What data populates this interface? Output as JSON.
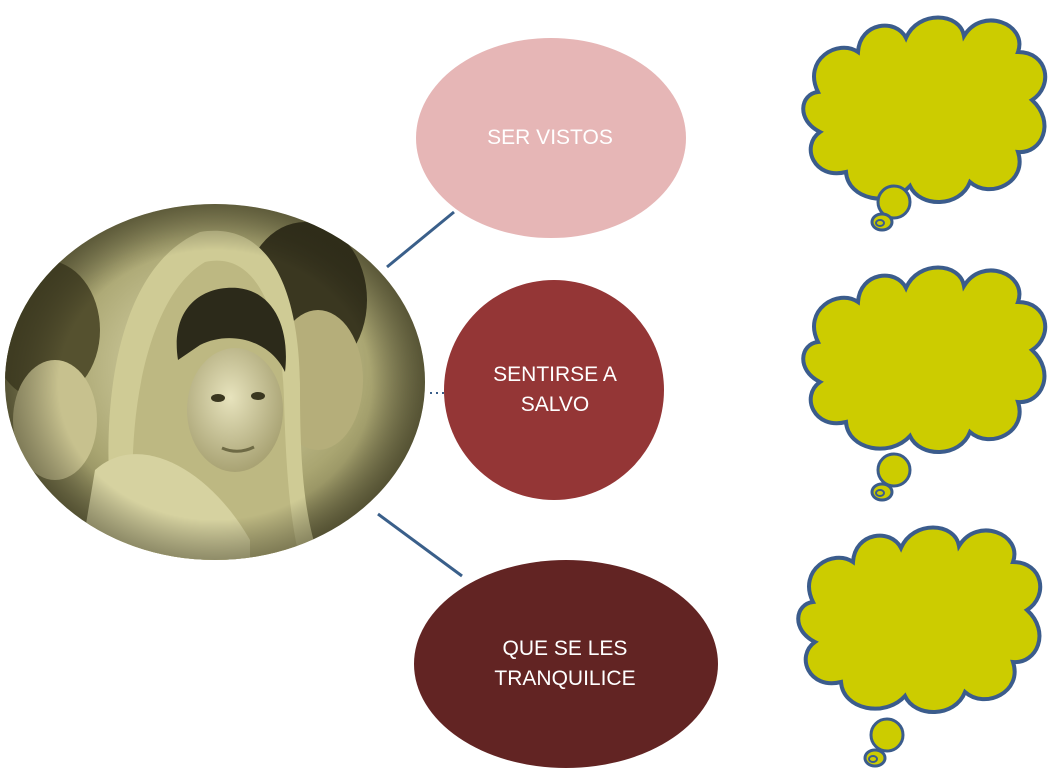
{
  "diagram": {
    "center": {
      "image": "teenager-in-hood-photo",
      "tint": "#d8d39a"
    },
    "needs": [
      {
        "label": "SER VISTOS",
        "color": "#e6b6b6"
      },
      {
        "label": "SENTIRSE A\nSALVO",
        "color": "#943636"
      },
      {
        "label": "QUE SE LES\nTRANQUILICE",
        "color": "#622423"
      }
    ],
    "connector_color": "#3a5f8a",
    "thought_bubble": {
      "fill": "#cccc00",
      "stroke": "#3b5c8c",
      "count": 3
    }
  }
}
